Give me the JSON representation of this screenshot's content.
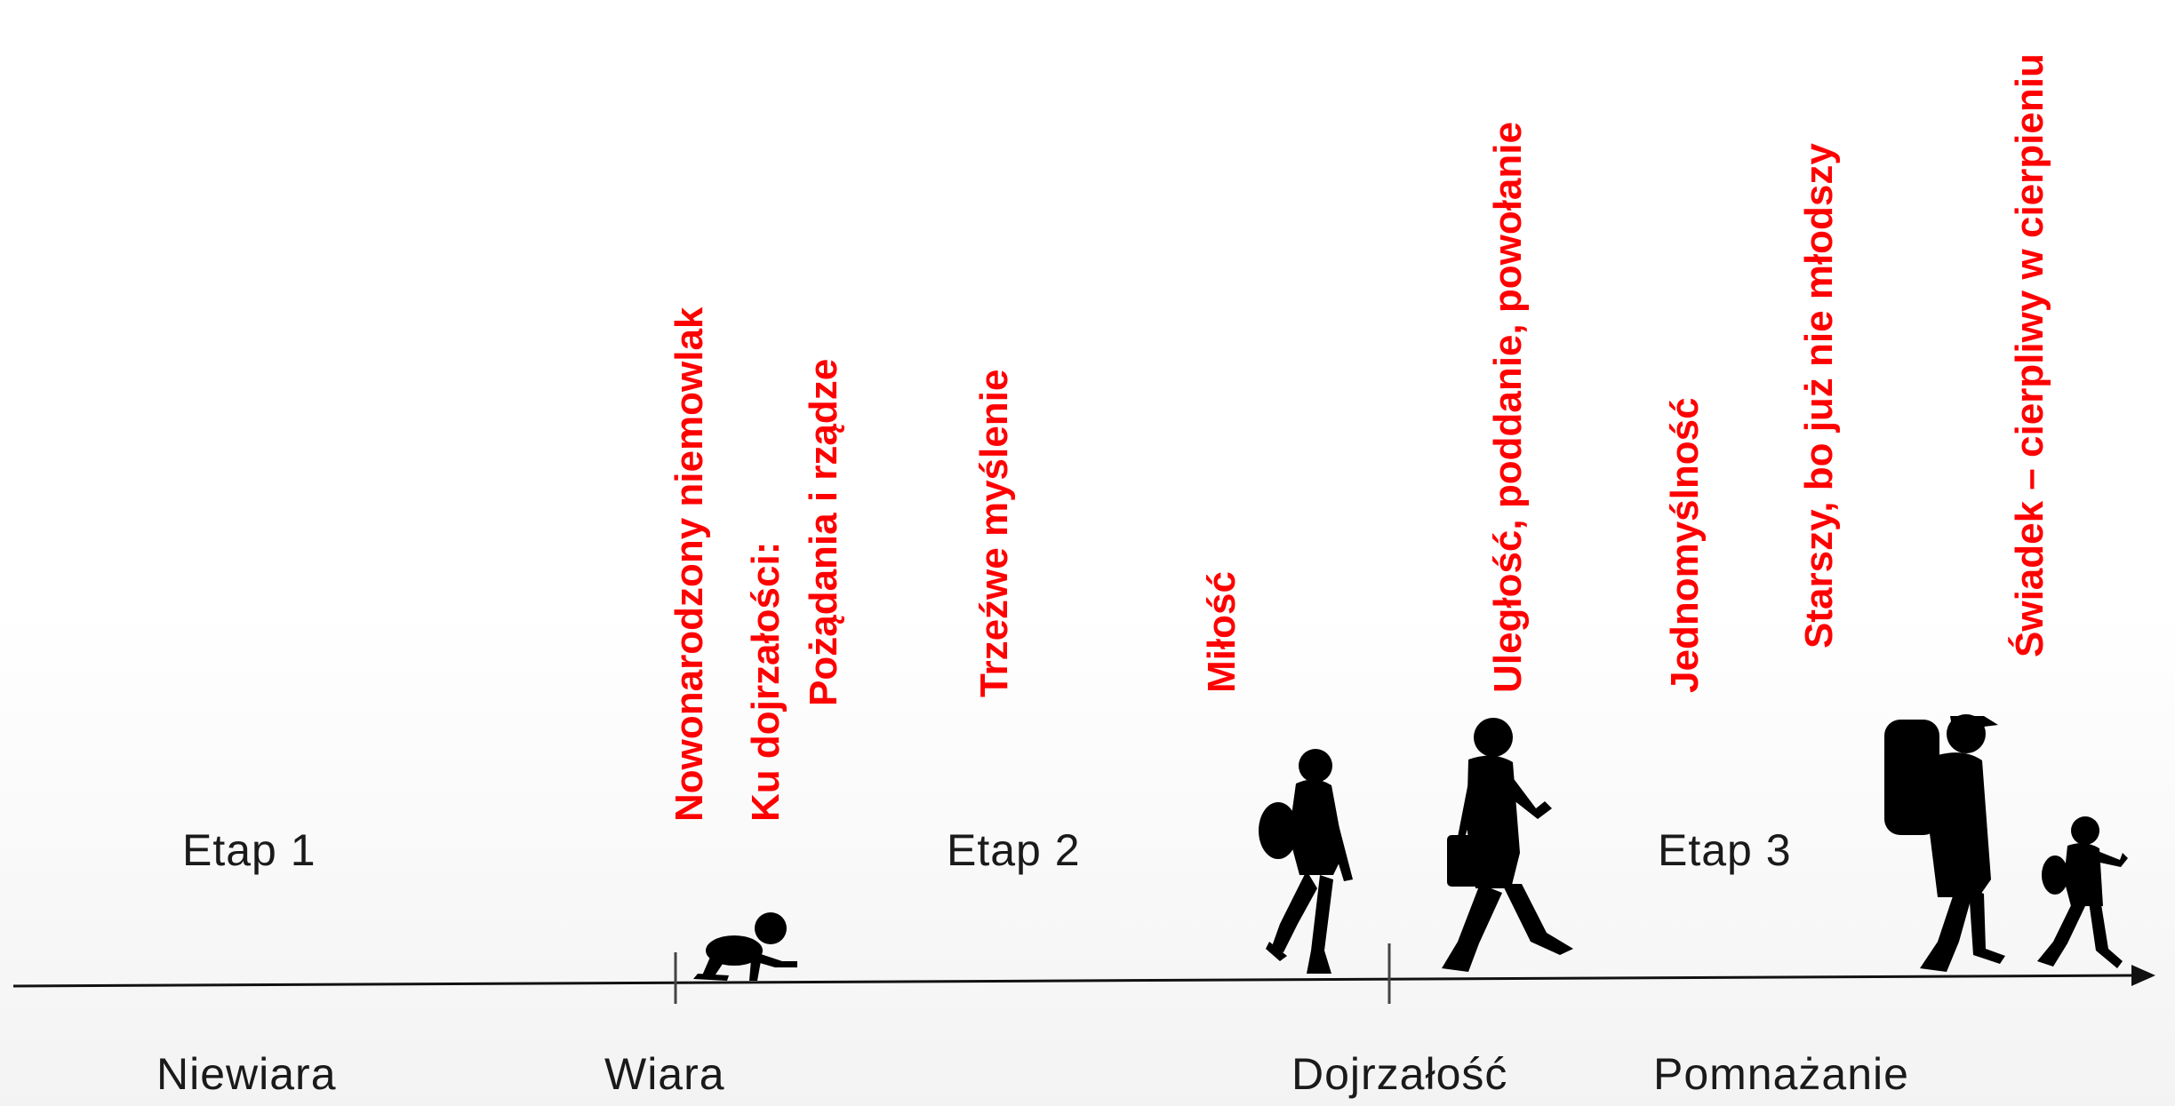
{
  "stages": [
    "Etap 1",
    "Etap 2",
    "Etap 3"
  ],
  "milestones": [
    "Niewiara",
    "Wiara",
    "Dojrzałość",
    "Pomnażanie"
  ],
  "growth_labels": [
    "Nowonarodzony niemowlak",
    "Ku dojrzałości:",
    "Pożądania i rządze",
    "Trzeźwe myślenie",
    "Miłość",
    "Uległość, poddanie, powołanie",
    "Jednomyślność",
    "Starszy, bo już nie młodszy",
    "Świadek – cierpliwy w cierpieniu"
  ],
  "figures": [
    "baby-silhouette",
    "child-backpack-silhouette",
    "adult-walking-silhouette",
    "parent-backpack-silhouette",
    "small-child-silhouette"
  ],
  "colors": {
    "label_red": "#ff0000",
    "line": "#111111",
    "text": "#1a1a1a"
  }
}
